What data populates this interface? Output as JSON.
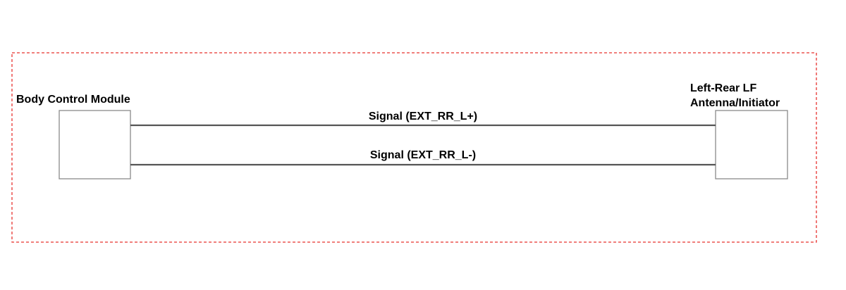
{
  "diagram": {
    "modules": {
      "left": {
        "label": "Body Control Module"
      },
      "right": {
        "label_lines": [
          "Left-Rear LF",
          "Antenna/Initiator"
        ]
      }
    },
    "wires": [
      {
        "label": "Signal (EXT_RR_L+)"
      },
      {
        "label": "Signal (EXT_RR_L-)"
      }
    ],
    "colors": {
      "boundary": "#e8332f",
      "box_stroke": "#8a8a8a",
      "wire": "#555555",
      "text": "#000000"
    }
  }
}
